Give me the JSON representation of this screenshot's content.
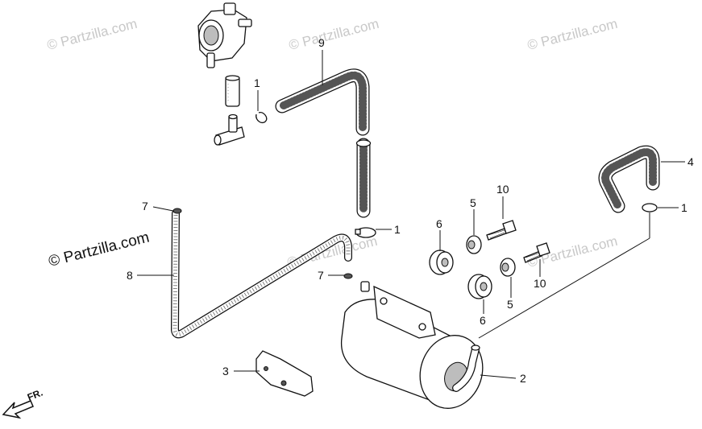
{
  "watermark": {
    "text": "© Partzilla.com",
    "main_text": "© Partzilla.com"
  },
  "direction": {
    "label": "FR."
  },
  "callouts": {
    "c1_top": "1",
    "c9": "9",
    "c4": "4",
    "c1_right": "1",
    "c10_top": "10",
    "c5_top": "5",
    "c6_top": "6",
    "c7_top": "7",
    "c1_mid": "1",
    "c8": "8",
    "c7_mid": "7",
    "c10_bottom": "10",
    "c5_bottom": "5",
    "c6_bottom": "6",
    "c3": "3",
    "c2": "2"
  }
}
